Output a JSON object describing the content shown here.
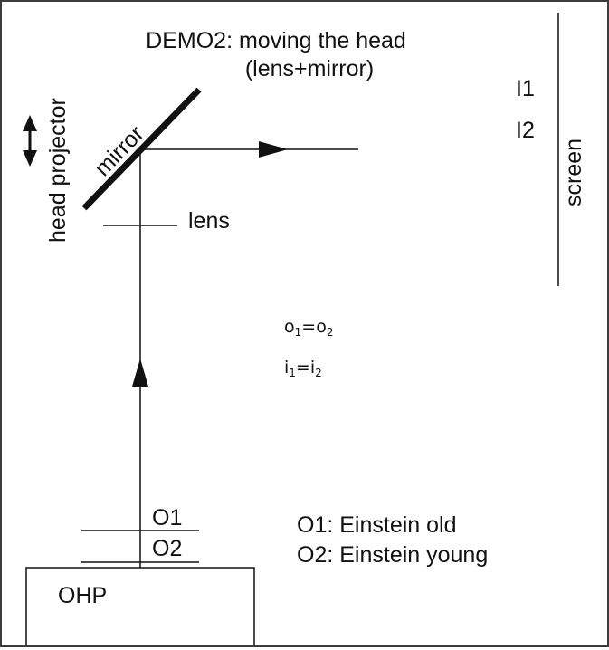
{
  "title": {
    "line1": "DEMO2: moving the head",
    "line2": "(lens+mirror)"
  },
  "labels": {
    "head_projector": "head projector",
    "mirror": "mirror",
    "lens": "lens",
    "screen": "screen",
    "image1": "I1",
    "image2": "I2",
    "object1": "O1",
    "object2": "O2",
    "ohp": "OHP"
  },
  "equations": {
    "eq1": {
      "a": "o",
      "a_sub": "1",
      "op": "=",
      "b": "o",
      "b_sub": "2"
    },
    "eq2": {
      "a": "i",
      "a_sub": "1",
      "op": "=",
      "b": "i",
      "b_sub": "2"
    }
  },
  "legend": {
    "o1": "O1: Einstein old",
    "o2": "O2: Einstein young"
  },
  "icons": {
    "double_arrow": "double-headed-arrow",
    "ray_arrow": "filled-triangle-arrowhead"
  },
  "colors": {
    "ink": "#111111",
    "frame": "#3c3c3c",
    "background": "#ffffff"
  }
}
